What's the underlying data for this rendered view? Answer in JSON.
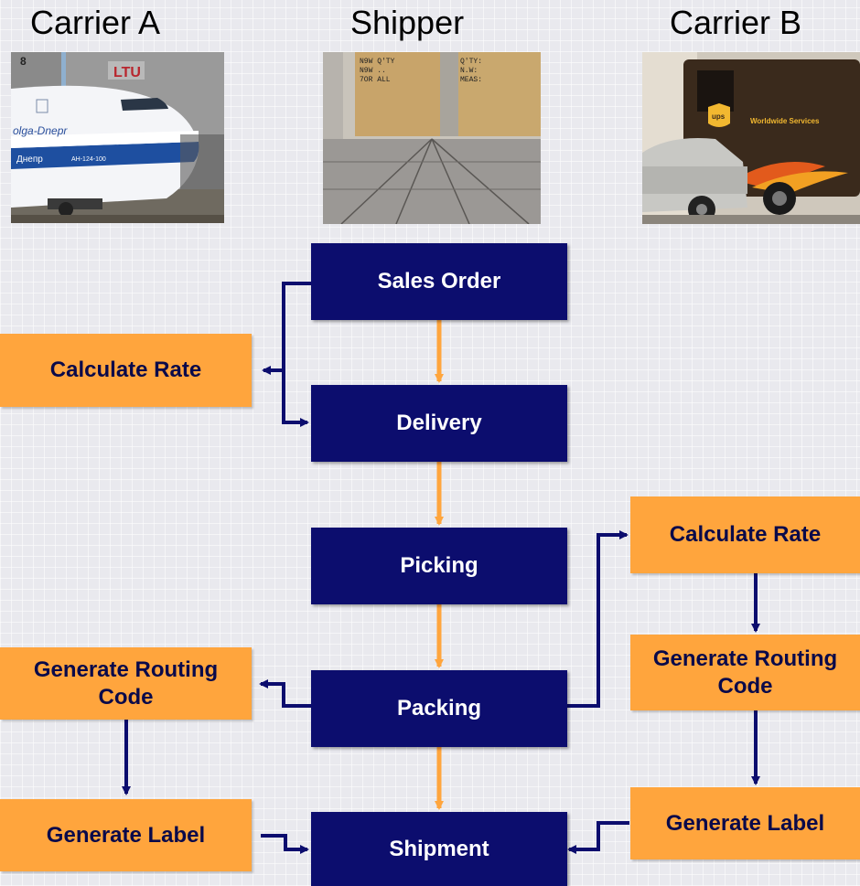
{
  "headers": {
    "carrier_a": "Carrier A",
    "shipper": "Shipper",
    "carrier_b": "Carrier B"
  },
  "process": {
    "sales_order": "Sales Order",
    "delivery": "Delivery",
    "picking": "Picking",
    "packing": "Packing",
    "shipment": "Shipment"
  },
  "carrier_a_steps": {
    "calculate_rate": "Calculate Rate",
    "routing_line1": "Generate Routing",
    "routing_line2": "Code",
    "label": "Generate Label"
  },
  "carrier_b_steps": {
    "calculate_rate": "Calculate Rate",
    "routing_line1": "Generate Routing",
    "routing_line2": "Code",
    "label": "Generate Label"
  },
  "colors": {
    "process_box": "#0c0d6e",
    "carrier_box": "#ffa53d",
    "arrow_orange": "#ffa53d",
    "arrow_navy": "#0c0d6e"
  }
}
